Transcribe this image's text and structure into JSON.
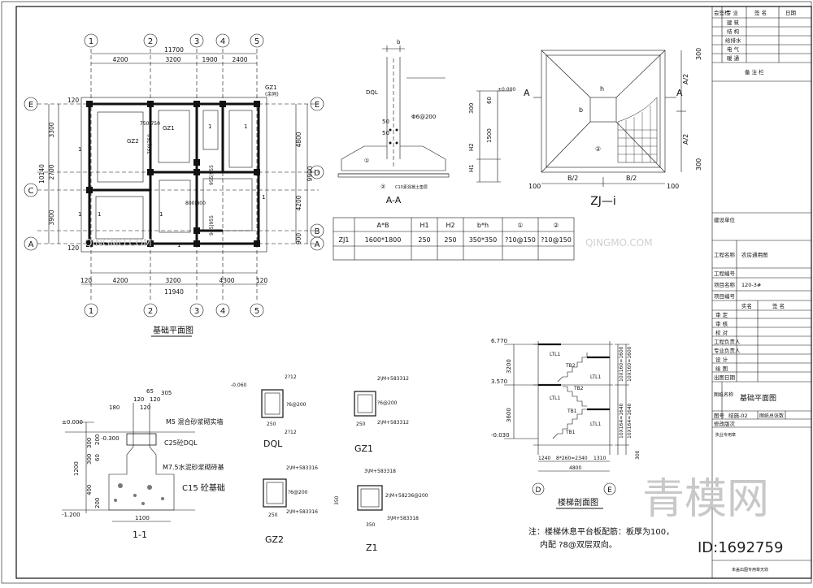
{
  "plan": {
    "title": "基础平面图",
    "axes_top": [
      "1",
      "2",
      "3",
      "4",
      "5"
    ],
    "axes_left": [
      "E",
      "C",
      "A"
    ],
    "axes_right": [
      "E",
      "D",
      "B",
      "A"
    ],
    "top_dims": [
      "11700",
      "4200",
      "3200",
      "1900",
      "2400"
    ],
    "bottom_dims": [
      "120",
      "4200",
      "3200",
      "4300",
      "120",
      "11940"
    ],
    "left_dims": [
      "3300",
      "2700",
      "3900",
      "10140",
      "120",
      "120"
    ],
    "right_dims": [
      "4800",
      "4200",
      "900",
      "9990"
    ],
    "labels": [
      "GZ1",
      "(余同)",
      "GZ2",
      "GZ1",
      "750|750",
      "750|750",
      "800|800",
      "955|955",
      "955|955",
      "1",
      "1",
      "1",
      "1",
      "1",
      "1",
      "1",
      "1"
    ]
  },
  "section_aa": {
    "title": "A-A",
    "labels": [
      "b",
      "DQL",
      "50",
      "50",
      "Φ6@200",
      "①",
      "②",
      "C10素混凝土垫层",
      "±0.000",
      "300",
      "60",
      "1500",
      "H2",
      "H1"
    ]
  },
  "zj": {
    "title": "ZJ—i",
    "labels": [
      "A",
      "A",
      "h",
      "b",
      "②",
      "A/2",
      "A/2",
      "B/2",
      "B/2",
      "100",
      "100",
      "300",
      "300"
    ]
  },
  "table": {
    "headers": [
      "",
      "A*B",
      "H1",
      "H2",
      "b*h",
      "①",
      "②"
    ],
    "rows": [
      [
        "ZJ1",
        "1600*1800",
        "250",
        "250",
        "350*350",
        "?10@150",
        "?10@150"
      ]
    ]
  },
  "section_11": {
    "title": "1-1",
    "labels": [
      "±0.000",
      "-0.300",
      "-1.200",
      "M5 混合砂浆砌实墙",
      "C25砼DQL",
      "M7.5水泥砂浆砌砖基",
      "C15 砼基础",
      "1100",
      "120",
      "65",
      "120",
      "305",
      "120",
      "180",
      "300",
      "200",
      "60",
      "300",
      "1200",
      "400",
      "200"
    ]
  },
  "details": {
    "dql": [
      "-0.060",
      "2?12",
      "?6@200",
      "250",
      "2?12",
      "DQL"
    ],
    "gz1": [
      "2\\M+583312",
      "?6@200",
      "250",
      "2\\M+583312",
      "GZ1"
    ],
    "gz2": [
      "2\\M+583316",
      "?6@200",
      "250",
      "2\\M+583316",
      "GZ2"
    ],
    "z1": [
      "3\\M+583318",
      "2\\M+58236@200",
      "3\\M+583318",
      "350",
      "350",
      "Z1"
    ]
  },
  "stair": {
    "title": "楼梯剖面图",
    "elevations": [
      "6.770",
      "3.570",
      "-0.030"
    ],
    "labels": [
      "3200",
      "3600",
      "10X160=1600",
      "10X160=1600",
      "10X164=1640",
      "10X164=1640",
      "LTL1",
      "LTL1",
      "LTL1",
      "LTL1",
      "TB1",
      "TB2",
      "TB1",
      "TB2",
      "1240",
      "8*260=2340",
      "1310",
      "4800",
      "300",
      "D",
      "E"
    ],
    "note_line1": "注：楼梯休息平台板配筋：板厚为100，",
    "note_line2": "内配 ?8@双层双向。"
  },
  "title_block": {
    "sign_header": [
      "会签栏",
      "专 业",
      "签 名",
      "日期"
    ],
    "disciplines": [
      "建 筑",
      "结 构",
      "给排水",
      "电 气",
      "暖 通"
    ],
    "remarks": "备 注 栏",
    "client_label": "建设单位",
    "project_name_label": "工程名称",
    "project_name": "农房通用图",
    "project_no_label": "工程编号",
    "item_name_label": "项目名称",
    "item_name": "120-3#",
    "item_no_label": "项目编号",
    "role_header": [
      "实名",
      "签 名"
    ],
    "roles": [
      "审 定",
      "审 核",
      "校 对",
      "工程负责人",
      "专业负责人",
      "设 计",
      "绘 图",
      "出图日期"
    ],
    "drawing_name_label": "图纸名称",
    "drawing_name": "基础平面图",
    "drawing_no_label": "图号",
    "drawing_no": "结施-02",
    "sheet_count_label": "图纸总张数",
    "revision_label": "修改版次",
    "stamp": "执业专用章",
    "bottom_note": "未盖出图专用章无效"
  },
  "watermark": {
    "brand": "青模网",
    "id": "ID:1692759",
    "site": "QINGMO.COM"
  }
}
